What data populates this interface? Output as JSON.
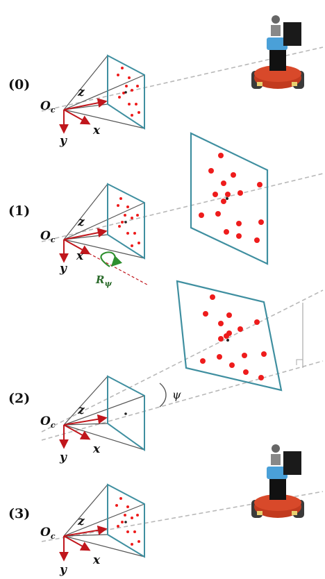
{
  "steps": [
    {
      "label": "(0)"
    },
    {
      "label": "(1)"
    },
    {
      "label": "(2)"
    },
    {
      "label": "(3)"
    }
  ],
  "axes": {
    "x": "x",
    "y": "y",
    "z": "z",
    "origin_main": "O",
    "origin_sub": "c"
  },
  "rotation": {
    "main": "R",
    "sub": "ψ"
  },
  "angle": "ψ",
  "colors": {
    "axis": "#c0161c",
    "plane": "#3f8fa0",
    "frustum": "#555555",
    "ray": "#b8b8b8",
    "marker": "#ee1c1c",
    "rotation": "#2f8f2f"
  },
  "icons": [
    "robot-icon",
    "robot-icon"
  ]
}
